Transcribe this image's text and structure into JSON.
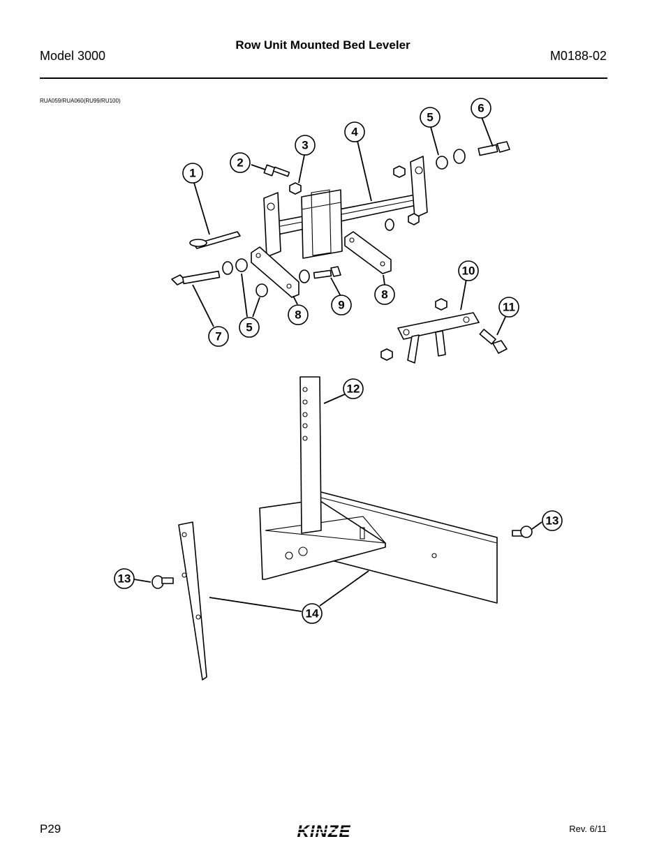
{
  "header": {
    "model": "Model 3000",
    "title": "Row Unit Mounted Bed Leveler",
    "doc_number": "M0188-02"
  },
  "reference_codes": "RUA059/RUA060(RU99/RU100)",
  "footer": {
    "page": "P29",
    "revision": "Rev. 6/11",
    "brand": "KINZE"
  },
  "callouts": [
    "1",
    "2",
    "3",
    "4",
    "5",
    "6",
    "5",
    "7",
    "8",
    "8",
    "9",
    "10",
    "11",
    "12",
    "13",
    "13",
    "14"
  ]
}
